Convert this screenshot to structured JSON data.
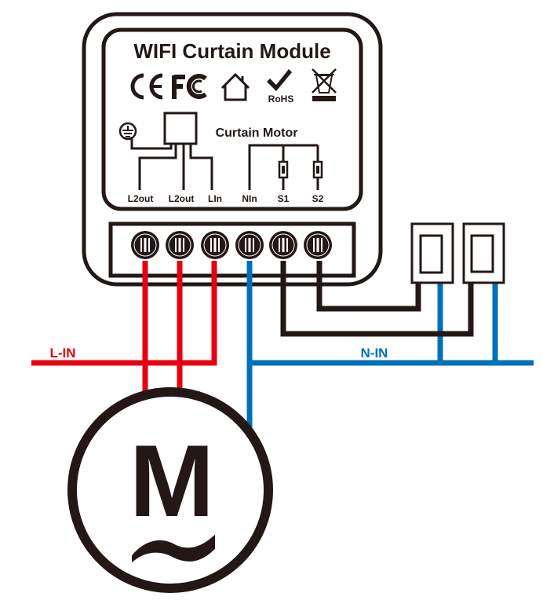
{
  "module": {
    "title": "WIFI Curtain Module",
    "certifications": [
      "CE",
      "FCC",
      "Indoor-use home",
      "RoHS",
      "WEEE"
    ],
    "rohs_label": "RoHS",
    "motor_section_label": "Curtain Motor",
    "terminals": [
      "L2out",
      "L2out",
      "LIn",
      "NIn",
      "S1",
      "S2"
    ]
  },
  "wires": {
    "live_label": "L-IN",
    "neutral_label": "N-IN"
  },
  "switches": {
    "count": 2
  },
  "motor": {
    "symbol": "M",
    "ac_symbol": "~"
  },
  "colors": {
    "live": "#e60012",
    "neutral": "#0071b8",
    "signal": "#231815",
    "outline": "#231815",
    "background": "#ffffff"
  }
}
